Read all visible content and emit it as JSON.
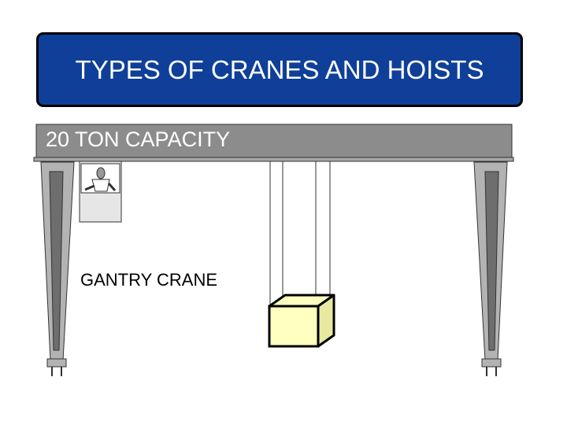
{
  "slide": {
    "title": "TYPES OF CRANES AND HOISTS",
    "beam_label": "20 TON CAPACITY",
    "crane_label": "GANTRY CRANE"
  },
  "colors": {
    "banner_fill": "#0f3f99",
    "beam_fill": "#8c8c8c",
    "leg_fill": "#b3b3b3",
    "leg_inner": "#6e6e6e",
    "load_fill": "#ffffbf",
    "cab_fill": "#d9d9d9"
  }
}
